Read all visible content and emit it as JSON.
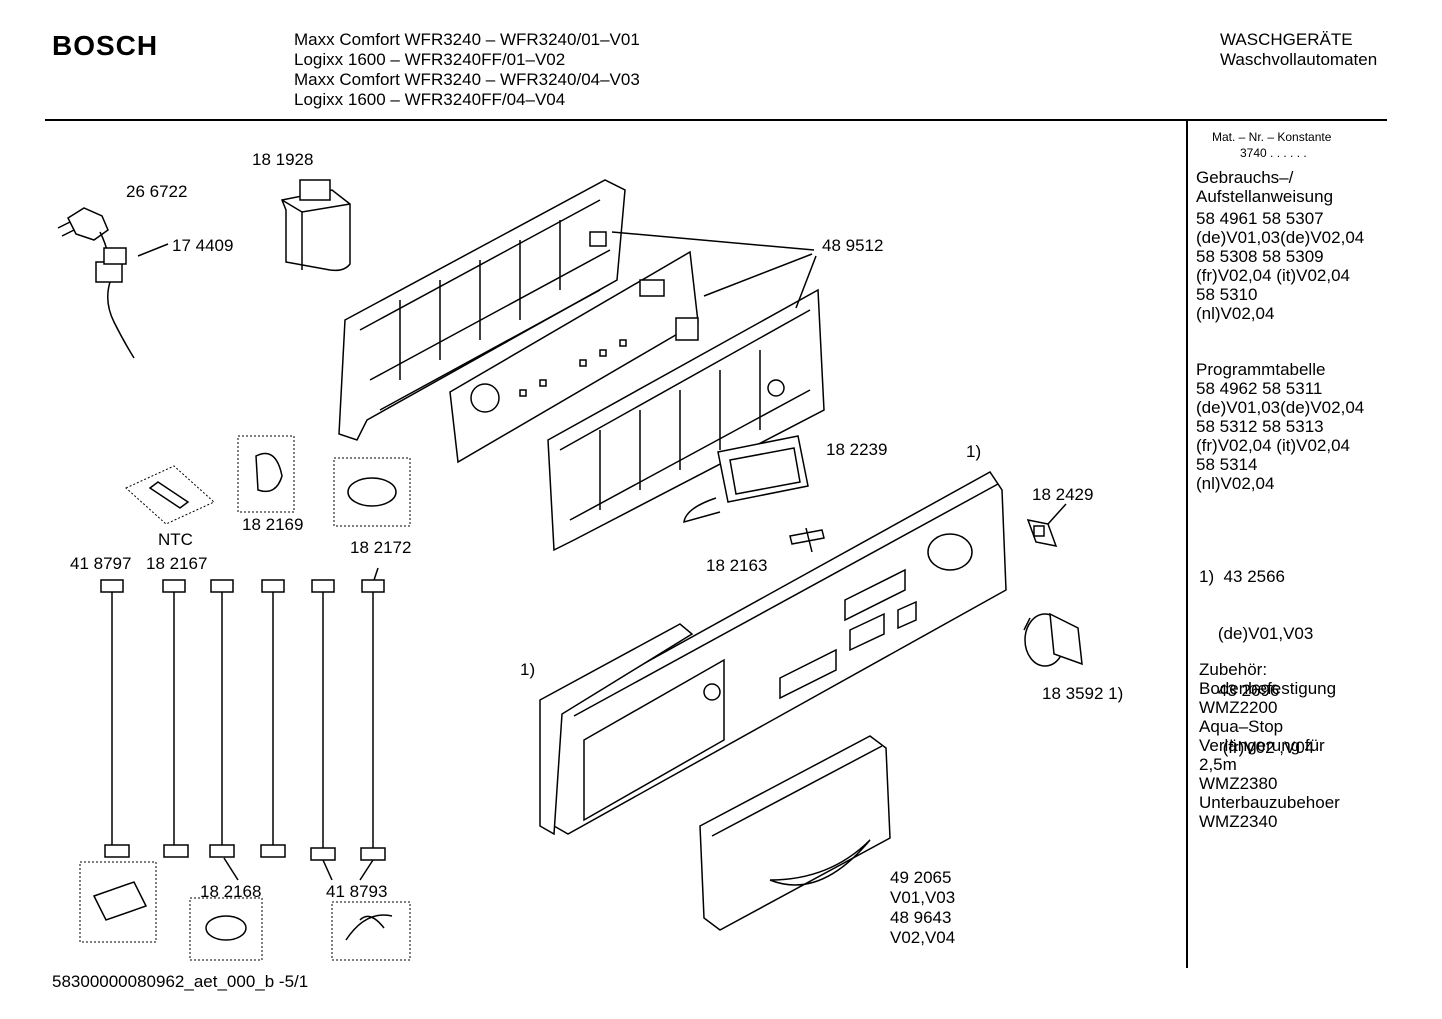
{
  "header": {
    "brand": "BOSCH",
    "models": [
      "Maxx Comfort WFR3240 – WFR3240/01–V01",
      "Logixx 1600 – WFR3240FF/01–V02",
      "Maxx Comfort WFR3240 – WFR3240/04–V03",
      "Logixx 1600 – WFR3240FF/04–V04"
    ],
    "category_line1": "WASCHGERÄTE",
    "category_line2": "Waschvollautomaten"
  },
  "sidebar": {
    "mat_label": "Mat. – Nr. – Konstante",
    "mat_value": "3740  .  .   .  .  .  .",
    "manual_title_1": "Gebrauchs–/",
    "manual_title_2": "Aufstellanweisung",
    "manual_lines": [
      "58 4961     58 5307",
      "(de)V01,03(de)V02,04",
      "58 5308     58 5309",
      "(fr)V02,04  (it)V02,04",
      "58 5310",
      "(nl)V02,04"
    ],
    "program_title": "Programmtabelle",
    "program_lines": [
      "58 4962     58 5311",
      "(de)V01,03(de)V02,04",
      "58 5312     58 5313",
      "(fr)V02,04   (it)V02,04",
      "58 5314",
      "(nl)V02,04"
    ],
    "note_lines": [
      "1)  43 2566",
      "    (de)V01,V03",
      "    43 2696",
      "     (fr)V02 ,V04"
    ],
    "accessories_lines": [
      "Zubehör:",
      "Bodenbefestigung",
      "WMZ2200",
      "Aqua–Stop",
      "Verlängerung für",
      "2,5m",
      "WMZ2380",
      "Unterbauzubehoer",
      "WMZ2340"
    ]
  },
  "parts": {
    "p181928": "18 1928",
    "p266722": "26 6722",
    "p174409": "17 4409",
    "p489512": "48 9512",
    "p182239": "18 2239",
    "note1_top": "1)",
    "p182429": "18 2429",
    "p182163": "18 2163",
    "p182169": "18 2169",
    "ntc": "NTC",
    "p182172": "18 2172",
    "p418797": "41 8797",
    "p182167": "18 2167",
    "note1_left": "1)",
    "p183592": "18 3592 1)",
    "p182168": "18 2168",
    "p418793": "41 8793",
    "p492065": "49 2065",
    "v0103": "V01,V03",
    "p489643": "48 9643",
    "v0204": "V02,V04"
  },
  "footer": {
    "code": "58300000080962_aet_000_b  -5/1"
  }
}
